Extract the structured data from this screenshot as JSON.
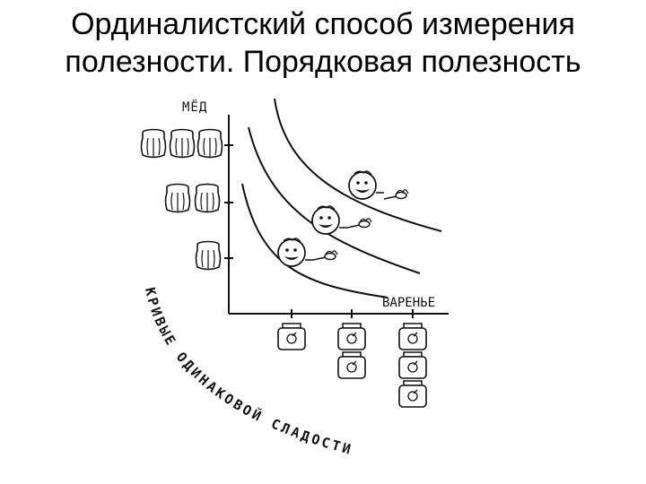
{
  "slide": {
    "title_line1": "Ординалистский способ измерения",
    "title_line2": "полезности. Порядковая полезность"
  },
  "diagram": {
    "y_axis_label": "МЁД",
    "x_axis_label": "ВАРЕНЬЕ",
    "curves_caption": "КРИВЫЕ ОДИНАКОВОЙ СЛАДОСТИ",
    "honey_pots_per_level": [
      3,
      2,
      1
    ],
    "jam_jars_per_column": [
      1,
      2,
      3
    ],
    "indifference_curves": 3,
    "faces_on_curves": 3,
    "icons": [
      "honey-pot-icon",
      "jam-jar-icon",
      "smiling-face-icon",
      "spoon-icon"
    ]
  }
}
